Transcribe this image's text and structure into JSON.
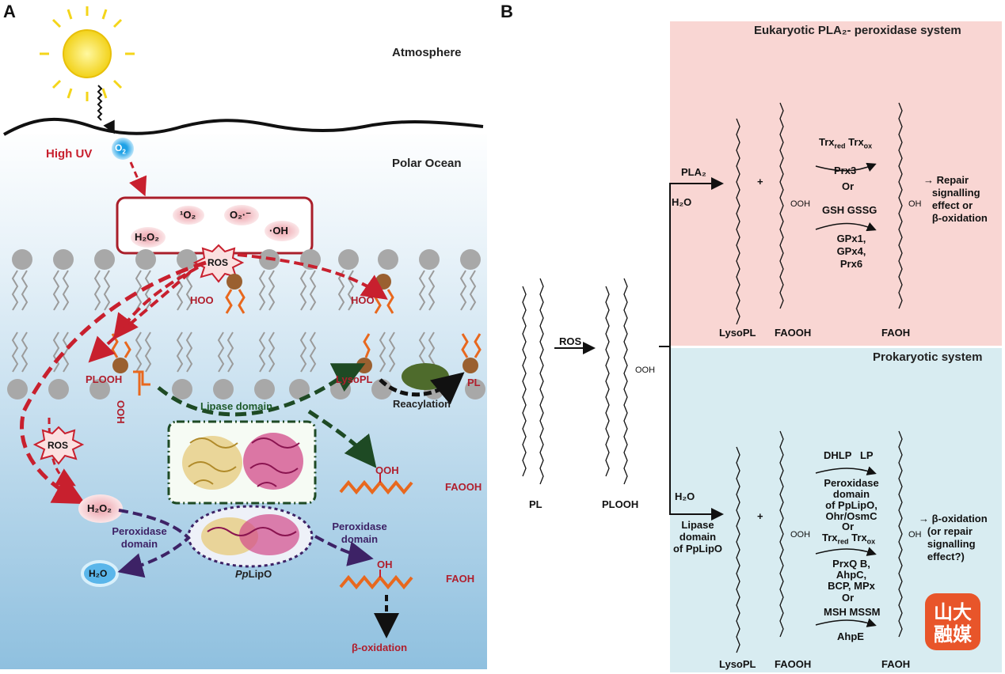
{
  "panel_a": {
    "letter": "A",
    "atmosphere": "Atmosphere",
    "polar_ocean": "Polar Ocean",
    "high_uv": "High UV",
    "o2": "O",
    "o2_sub": "2",
    "ros_species": [
      "¹O₂",
      "O₂·⁻",
      "H₂O₂",
      "·OH"
    ],
    "ros": "ROS",
    "hoo": "HOO",
    "plooh": "PLOOH",
    "ooh": "OOH",
    "lysopl": "LysoPL",
    "pl": "PL",
    "reacylation": "Reacylation",
    "lipase_domain": "Lipase domain",
    "ros2": "ROS",
    "h2o2": "H₂O₂",
    "peroxidase_domain_left": "Peroxidase domain",
    "peroxidase_domain_right": "Peroxidase domain",
    "pplipo_italic": "Pp",
    "pplipo_rest": "LipO",
    "h2o": "H₂O",
    "faooh": "FAOOH",
    "ooh2": "OOH",
    "faoh": "FAOH",
    "oh": "OH",
    "beta_oxidation": "β-oxidation"
  },
  "panel_b": {
    "letter": "B",
    "euk_title": "Eukaryotic PLA₂- peroxidase system",
    "prok_title": "Prokaryotic system",
    "ros_arrow": "ROS",
    "pl": "PL",
    "plooh": "PLOOH",
    "pla2": "PLA₂",
    "h2o": "H₂O",
    "plus": "+",
    "lysopl": "LysoPL",
    "faooh": "FAOOH",
    "faoh": "FAOH",
    "euk_trx": "Trx",
    "euk_trx_red": "red",
    "euk_trx_ox": "ox",
    "euk_prx3": "Prx3",
    "euk_or": "Or",
    "euk_gsh": "GSH GSSG",
    "euk_gpx": "GPx1,\nGPx4,\nPrx6",
    "euk_outcome": "→ Repair\n   signalling\n   effect or\n   β-oxidation",
    "prok_h2o": "H₂O",
    "prok_lipase": "Lipase\ndomain\nof PpLipO",
    "prok_dhlp": "DHLP   LP",
    "prok_perox": "Peroxidase\ndomain\nof PpLipO,\nOhr/OsmC",
    "prok_or1": "Or",
    "prok_trx": "Trx",
    "prok_prx": "PrxQ B,\nAhpC,\nBCP, MPx",
    "prok_or2": "Or",
    "prok_msh": "MSH MSSM",
    "prok_ahpe": "AhpE",
    "prok_outcome": "→ β-oxidation\n   (or repair\n   signalling\n   effect?)",
    "oh": "OH",
    "ooh": "OOH",
    "watermark": "山大融媒"
  },
  "colors": {
    "euk_bg": "#f9d6d3",
    "prok_bg": "#d8ecf1",
    "ocean_top": "#ffffff",
    "ocean_bottom": "#8fc0df",
    "dark_red": "#c8202e",
    "green": "#1e5a2a",
    "purple": "#3d2266",
    "orange": "#e8681e"
  }
}
